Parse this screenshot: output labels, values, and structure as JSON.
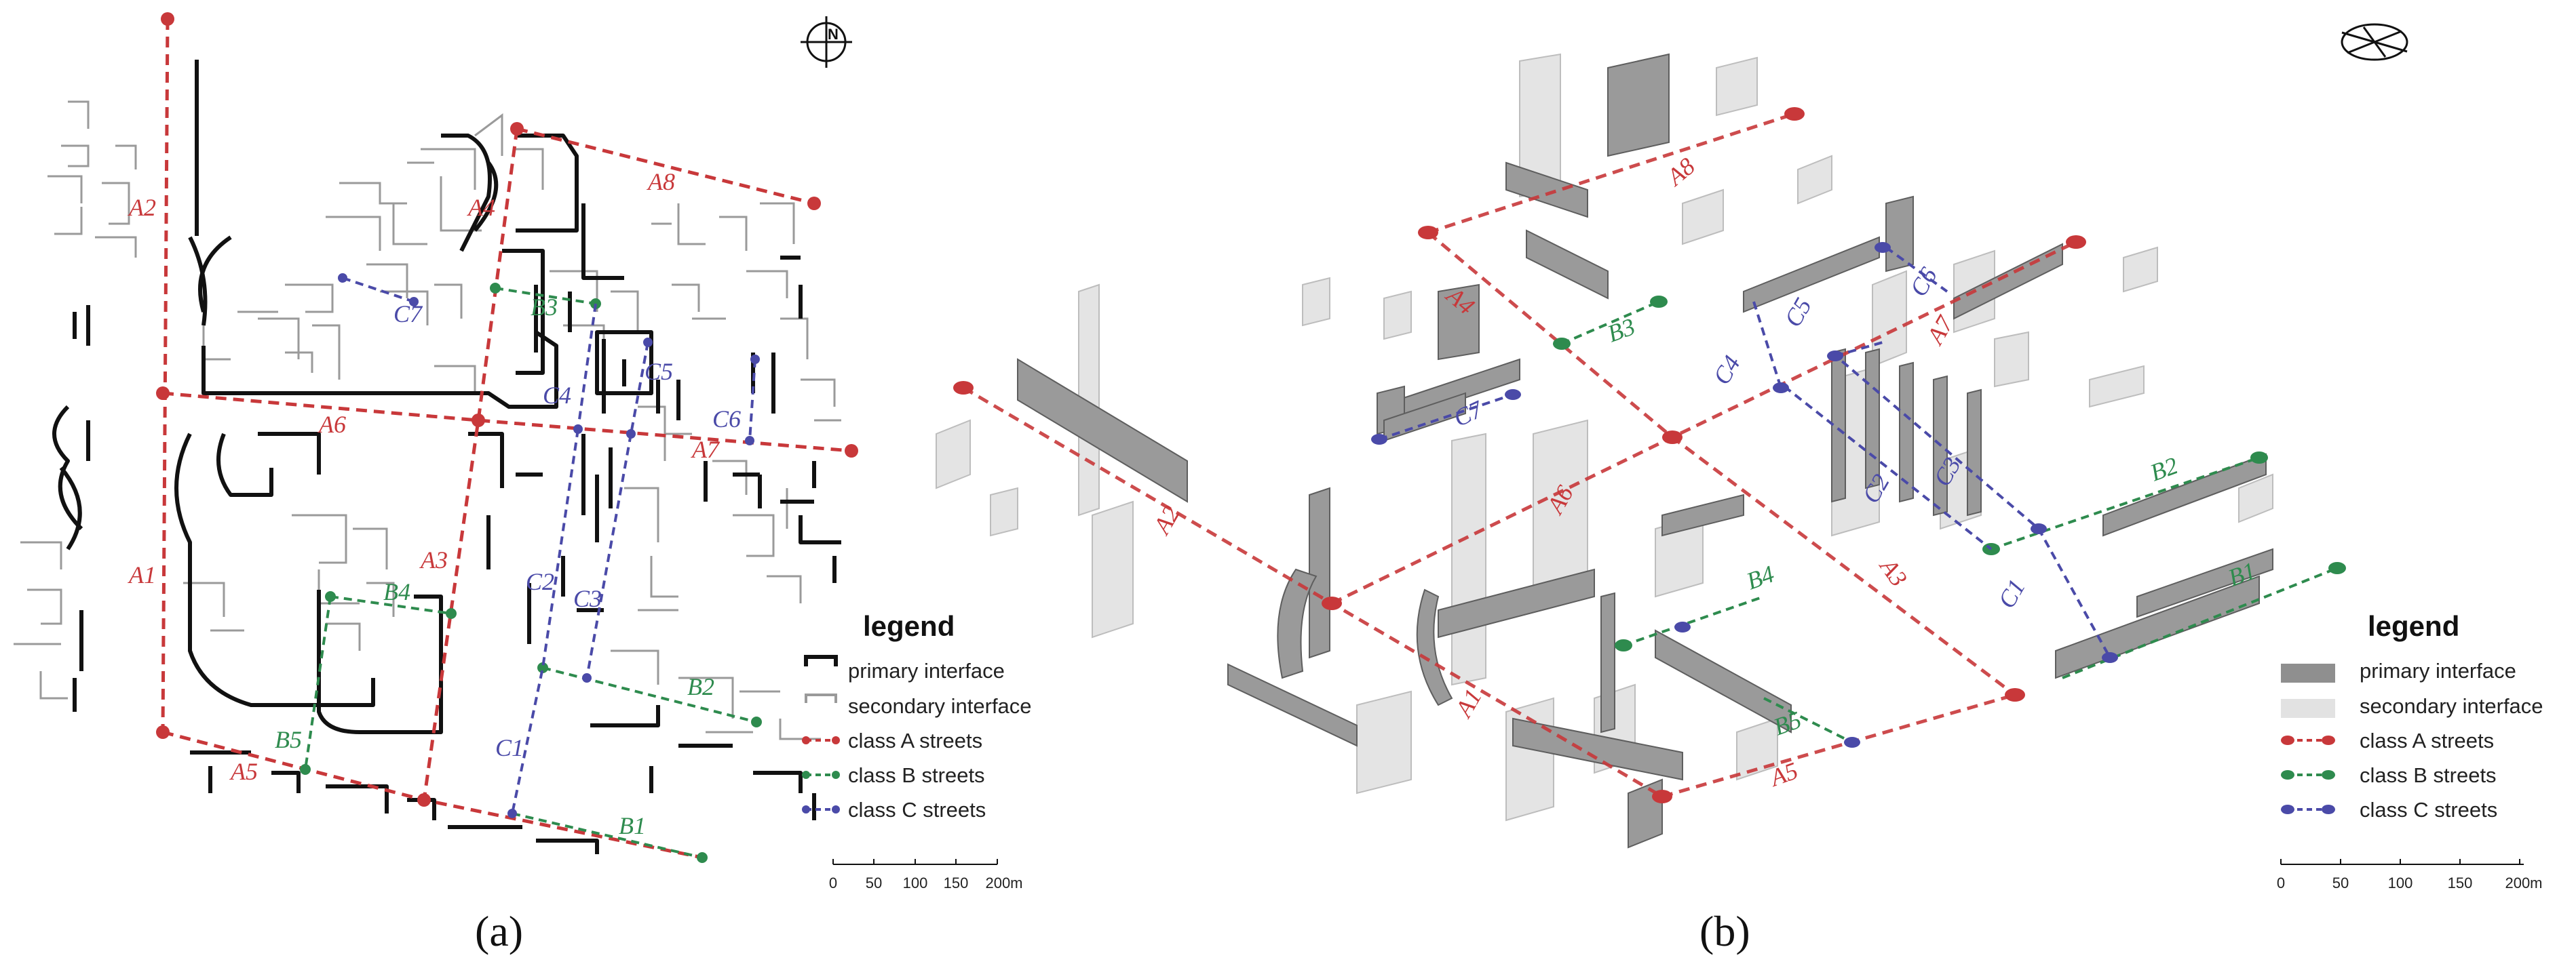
{
  "colors": {
    "class_a": "#c8383a",
    "class_b": "#2e8b4e",
    "class_c": "#4a4aa8",
    "primary": "#111111",
    "secondary": "#9a9a9a",
    "block_primary": "#8f8f8f",
    "block_secondary": "#e2e2e2"
  },
  "panels": {
    "a": {
      "caption": "(a)"
    },
    "b": {
      "caption": "(b)"
    }
  },
  "legend": {
    "title": "legend",
    "items": [
      {
        "label": "primary interface"
      },
      {
        "label": "secondary interface"
      },
      {
        "label": "class A streets"
      },
      {
        "label": "class B streets"
      },
      {
        "label": "class C streets"
      }
    ]
  },
  "scale_bar": {
    "ticks": [
      "0",
      "50",
      "100",
      "150",
      "200m"
    ]
  },
  "icons": {
    "north_arrow": "north-arrow-icon"
  },
  "streets_a": [
    {
      "id": "A1",
      "label": "A1"
    },
    {
      "id": "A2",
      "label": "A2"
    },
    {
      "id": "A3",
      "label": "A3"
    },
    {
      "id": "A4",
      "label": "A4"
    },
    {
      "id": "A5",
      "label": "A5"
    },
    {
      "id": "A6",
      "label": "A6"
    },
    {
      "id": "A7",
      "label": "A7"
    },
    {
      "id": "A8",
      "label": "A8"
    },
    {
      "id": "B1",
      "label": "B1"
    },
    {
      "id": "B2",
      "label": "B2"
    },
    {
      "id": "B3",
      "label": "B3"
    },
    {
      "id": "B4",
      "label": "B4"
    },
    {
      "id": "B5",
      "label": "B5"
    },
    {
      "id": "C1",
      "label": "C1"
    },
    {
      "id": "C2",
      "label": "C2"
    },
    {
      "id": "C3",
      "label": "C3"
    },
    {
      "id": "C4",
      "label": "C4"
    },
    {
      "id": "C5",
      "label": "C5"
    },
    {
      "id": "C6",
      "label": "C6"
    },
    {
      "id": "C7",
      "label": "C7"
    }
  ],
  "streets_b": [
    {
      "id": "A1",
      "label": "A1"
    },
    {
      "id": "A2",
      "label": "A2"
    },
    {
      "id": "A3",
      "label": "A3"
    },
    {
      "id": "A4",
      "label": "A4"
    },
    {
      "id": "A5",
      "label": "A5"
    },
    {
      "id": "A6",
      "label": "A6"
    },
    {
      "id": "A7",
      "label": "A7"
    },
    {
      "id": "A8",
      "label": "A8"
    },
    {
      "id": "B1",
      "label": "B1"
    },
    {
      "id": "B2",
      "label": "B2"
    },
    {
      "id": "B3",
      "label": "B3"
    },
    {
      "id": "B4",
      "label": "B4"
    },
    {
      "id": "B5",
      "label": "B5"
    },
    {
      "id": "C1",
      "label": "C1"
    },
    {
      "id": "C2",
      "label": "C2"
    },
    {
      "id": "C3",
      "label": "C3"
    },
    {
      "id": "C4",
      "label": "C4"
    },
    {
      "id": "C5",
      "label": "C5"
    },
    {
      "id": "C6",
      "label": "C6"
    },
    {
      "id": "C7",
      "label": "C7"
    }
  ]
}
